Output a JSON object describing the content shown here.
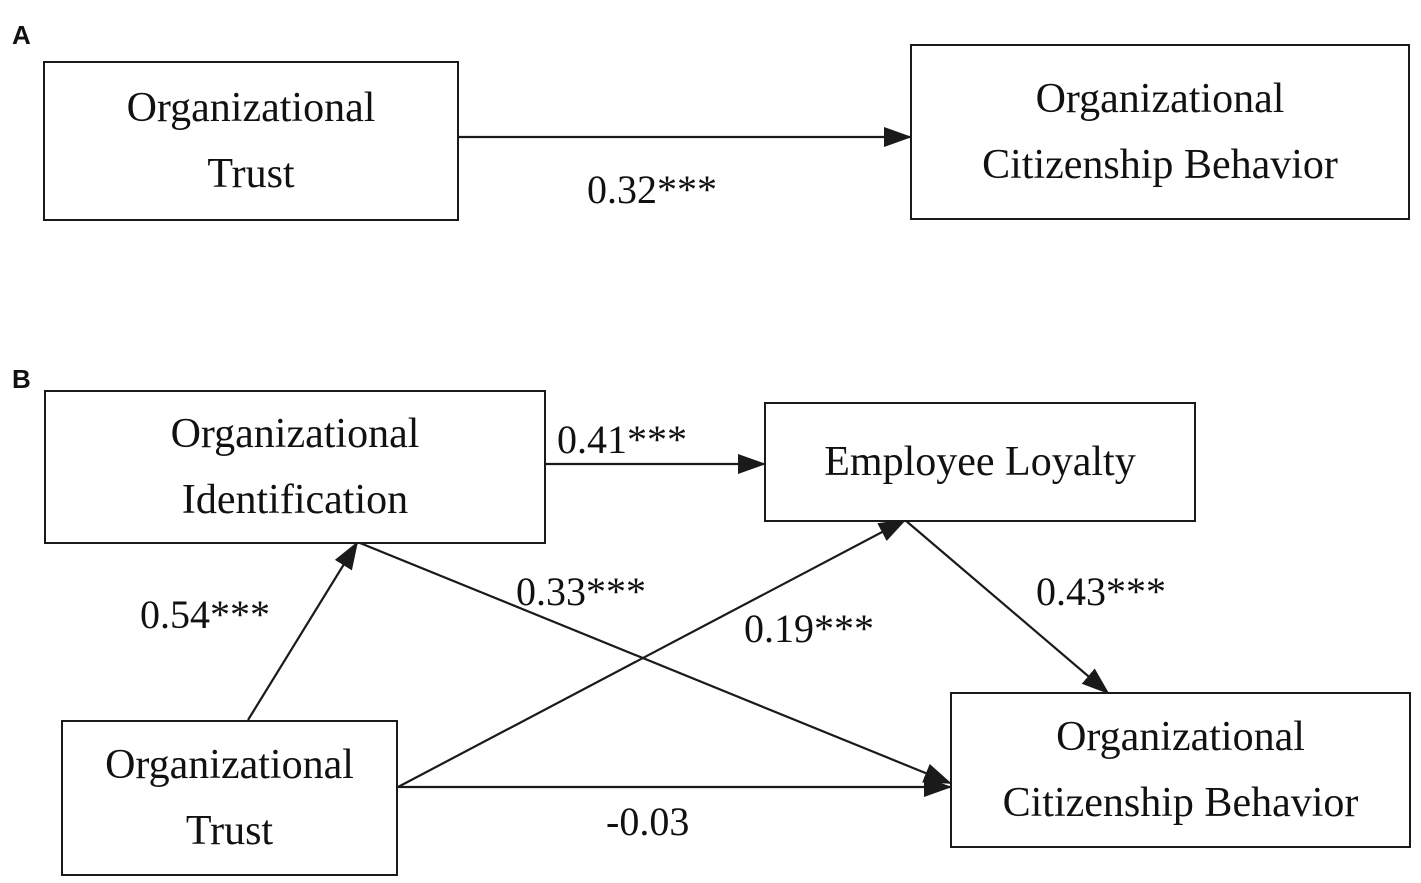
{
  "panels": {
    "a": {
      "label": "A",
      "nodes": {
        "trust": {
          "line1": "Organizational",
          "line2": "Trust"
        },
        "ocb": {
          "line1": "Organizational",
          "line2": "Citizenship Behavior"
        }
      },
      "paths": {
        "trust_to_ocb": "0.32***"
      }
    },
    "b": {
      "label": "B",
      "nodes": {
        "identification": {
          "line1": "Organizational",
          "line2": "Identification"
        },
        "loyalty": {
          "line1": "Employee Loyalty"
        },
        "trust": {
          "line1": "Organizational",
          "line2": "Trust"
        },
        "ocb": {
          "line1": "Organizational",
          "line2": "Citizenship Behavior"
        }
      },
      "paths": {
        "identification_to_loyalty": "0.41***",
        "trust_to_identification": "0.54***",
        "identification_to_ocb": "0.33***",
        "trust_to_loyalty": "0.19***",
        "loyalty_to_ocb": "0.43***",
        "trust_to_ocb": "-0.03"
      }
    }
  },
  "colors": {
    "line": "#1a1a1a",
    "text": "#111111",
    "background": "#ffffff"
  }
}
